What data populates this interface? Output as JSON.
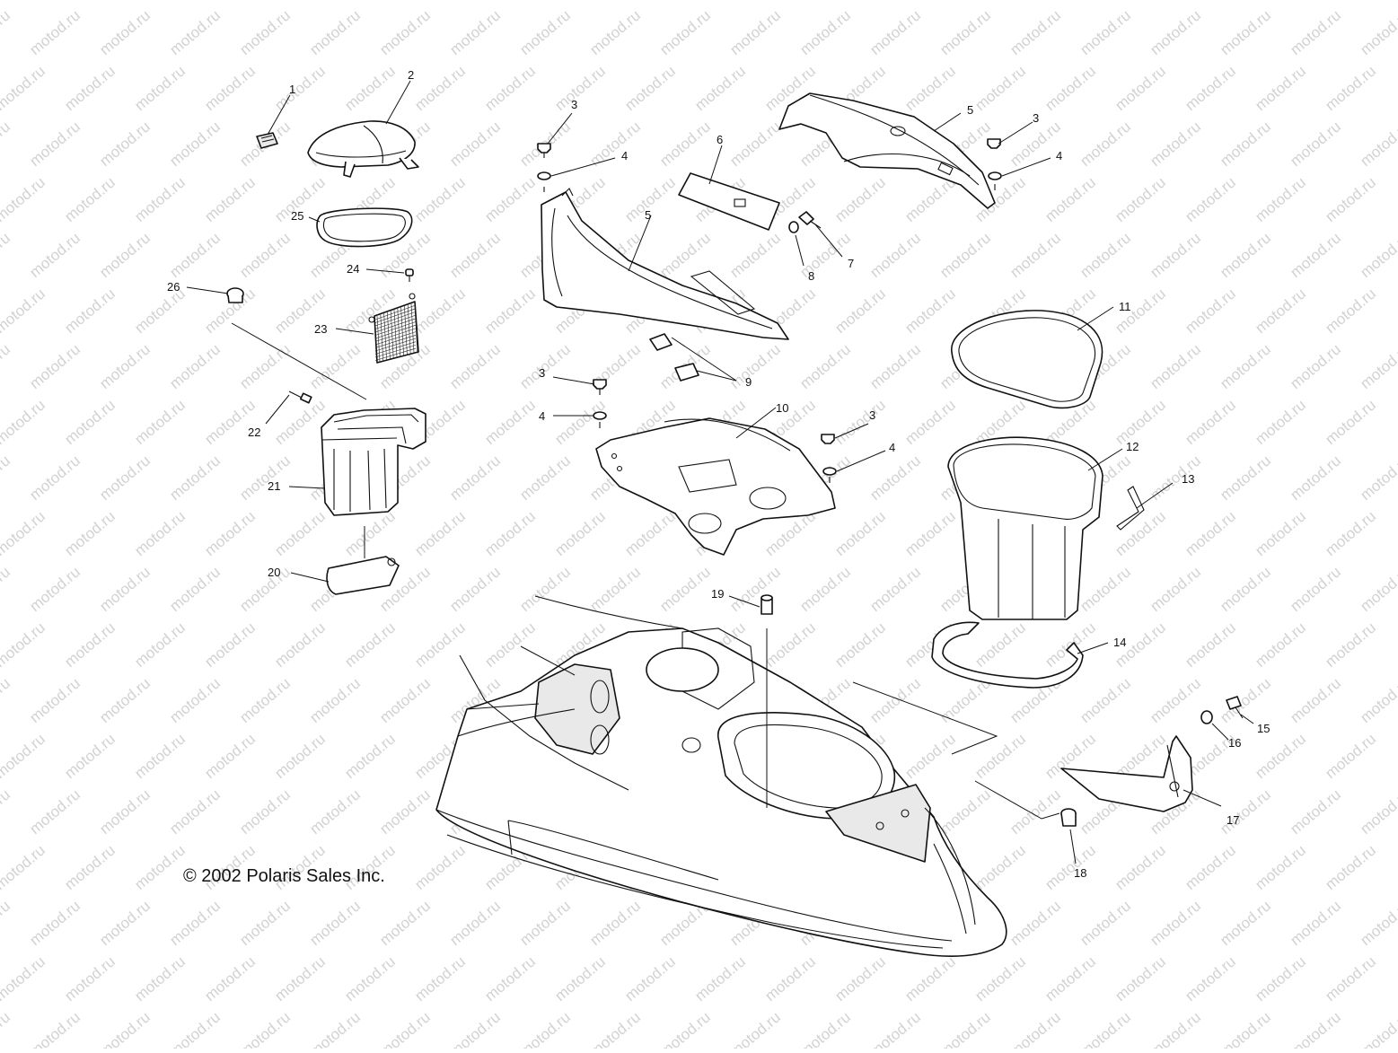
{
  "watermark": "motod.ru",
  "copyright": "© 2002 Polaris Sales Inc.",
  "callouts": [
    {
      "id": "c1",
      "label": "1"
    },
    {
      "id": "c2",
      "label": "2"
    },
    {
      "id": "c3a",
      "label": "3"
    },
    {
      "id": "c4a",
      "label": "4"
    },
    {
      "id": "c5a",
      "label": "5"
    },
    {
      "id": "c6",
      "label": "6"
    },
    {
      "id": "c5b",
      "label": "5"
    },
    {
      "id": "c3b",
      "label": "3"
    },
    {
      "id": "c4b",
      "label": "4"
    },
    {
      "id": "c7",
      "label": "7"
    },
    {
      "id": "c8",
      "label": "8"
    },
    {
      "id": "c25",
      "label": "25"
    },
    {
      "id": "c24",
      "label": "24"
    },
    {
      "id": "c26",
      "label": "26"
    },
    {
      "id": "c23",
      "label": "23"
    },
    {
      "id": "c11",
      "label": "11"
    },
    {
      "id": "c9",
      "label": "9"
    },
    {
      "id": "c3c",
      "label": "3"
    },
    {
      "id": "c4c",
      "label": "4"
    },
    {
      "id": "c10",
      "label": "10"
    },
    {
      "id": "c3d",
      "label": "3"
    },
    {
      "id": "c4d",
      "label": "4"
    },
    {
      "id": "c22",
      "label": "22"
    },
    {
      "id": "c12",
      "label": "12"
    },
    {
      "id": "c13",
      "label": "13"
    },
    {
      "id": "c21",
      "label": "21"
    },
    {
      "id": "c20",
      "label": "20"
    },
    {
      "id": "c19",
      "label": "19"
    },
    {
      "id": "c14",
      "label": "14"
    },
    {
      "id": "c15",
      "label": "15"
    },
    {
      "id": "c16",
      "label": "16"
    },
    {
      "id": "c17",
      "label": "17"
    },
    {
      "id": "c18",
      "label": "18"
    }
  ]
}
